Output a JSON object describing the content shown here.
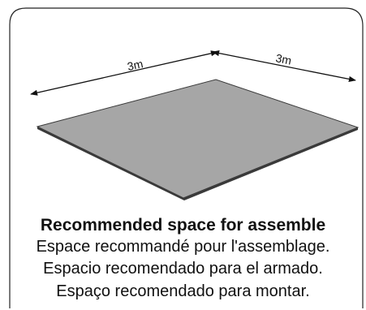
{
  "dimensions": {
    "width_label": "3m",
    "depth_label": "3m"
  },
  "captions": {
    "english": "Recommended space for assemble",
    "french": "Espace recommandé pour l'assemblage.",
    "spanish": "Espacio recomendado para el armado.",
    "portuguese": "Espaço recomendado para montar."
  },
  "colors": {
    "floor": "#a6a6a6",
    "floor_edge": "#3a3a3a",
    "frame": "#222222"
  }
}
